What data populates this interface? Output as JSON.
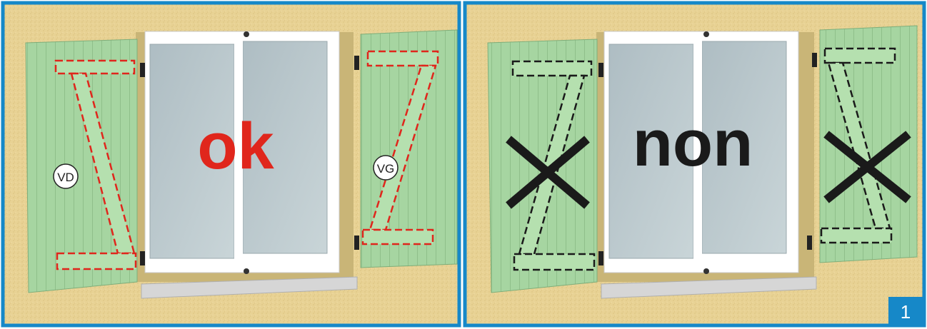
{
  "panels": [
    {
      "verdict": "ok",
      "verdict_color": "#e0261c",
      "outline_color": "#e0261c",
      "left_shutter_label": "VD",
      "right_shutter_label": "VG",
      "incorrect": false
    },
    {
      "verdict": "non",
      "verdict_color": "#1a1a1a",
      "outline_color": "#1a1a1a",
      "incorrect": true
    }
  ],
  "figure_number": "1",
  "colors": {
    "frame_blue": "#1688c8",
    "wall": "#e6cf90",
    "shutter": "#a6d5a1",
    "glass": "#b8c7cc",
    "sill": "#d6d6d6"
  }
}
